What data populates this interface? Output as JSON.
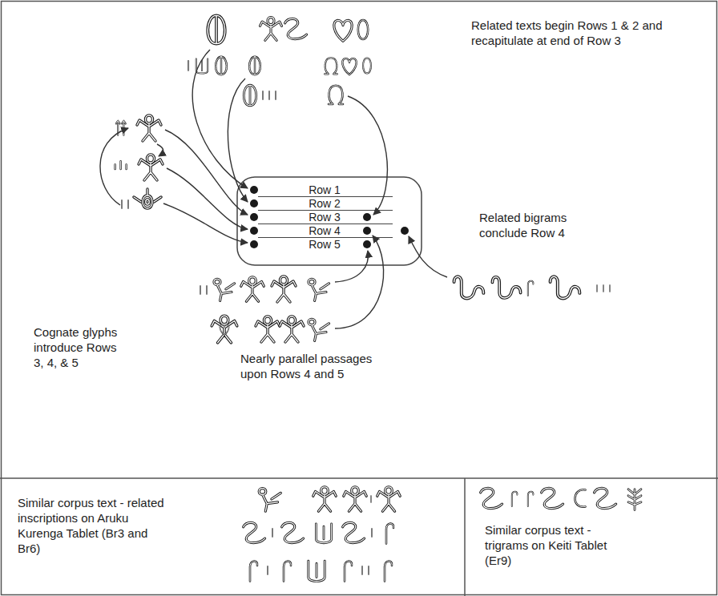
{
  "diagram": {
    "nodes": [
      {
        "text": [
          "Row 1"
        ]
      },
      {
        "text": [
          "Row 2"
        ]
      },
      {
        "text": [
          "Row 3"
        ]
      },
      {
        "text": [
          "Row 4"
        ]
      },
      {
        "text": [
          "Row 5"
        ]
      },
      {
        "text": [
          "Similar corpus text - related inscriptions on Aruku Kurenga Tablet (Br3 and Br6)"
        ]
      },
      {
        "text": [
          "Similar corpus text - trigrams on Keiti Tablet (Er9)"
        ]
      }
    ],
    "labels": [
      "Related texts begin Rows 1 & 2 and recapitulate at end of Row 3",
      "Related bigrams conclude Row 4",
      "Cognate glyphs introduce Rows 3, 4, & 5",
      "Nearly parallel passages upon Rows 4 and 5"
    ]
  }
}
